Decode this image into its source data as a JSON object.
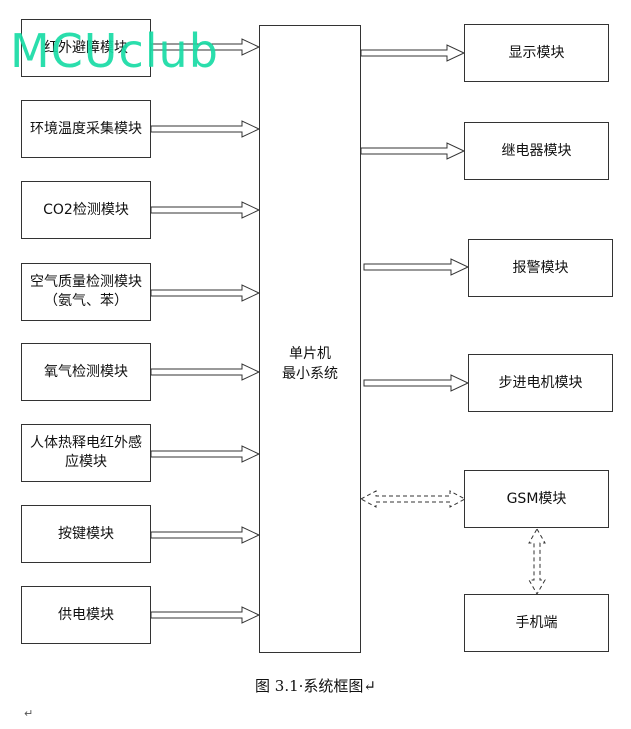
{
  "inputs": [
    {
      "label": "红外避障模块"
    },
    {
      "label": "环境温度采集模块"
    },
    {
      "label": "CO2检测模块"
    },
    {
      "label": "空气质量检测模块（氨气、苯）"
    },
    {
      "label": "氧气检测模块"
    },
    {
      "label": "人体热释电红外感应模块"
    },
    {
      "label": "按键模块"
    },
    {
      "label": "供电模块"
    }
  ],
  "mcu": {
    "line1": "单片机",
    "line2": "最小系统"
  },
  "outputs": [
    {
      "label": "显示模块"
    },
    {
      "label": "继电器模块"
    },
    {
      "label": "报警模块"
    },
    {
      "label": "步进电机模块"
    }
  ],
  "gsm": {
    "label": "GSM模块"
  },
  "phone": {
    "label": "手机端"
  },
  "caption": "图 3.1·系统框图↵",
  "paragraph_mark": "↵",
  "watermark": "MCUclub",
  "colors": {
    "watermark": "#19dca5",
    "lines": "#333333"
  }
}
